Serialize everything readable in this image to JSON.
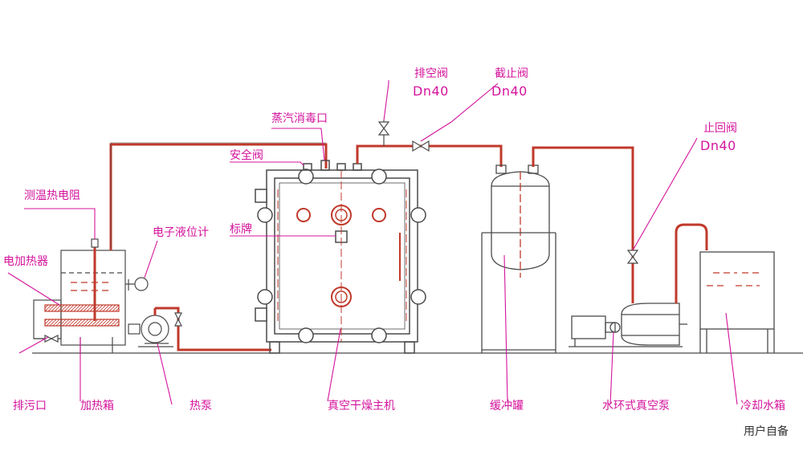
{
  "colors": {
    "line": "#4a4a4a",
    "pipe": "#c0392b",
    "label": "#d4149c",
    "caption": "#333333"
  },
  "labels": {
    "drain_valve": "排空阀",
    "drain_valve_dn": "Dn40",
    "stop_valve": "截止阀",
    "stop_valve_dn": "Dn40",
    "steam_port": "蒸汽消毒口",
    "safety_valve": "安全阀",
    "temp_resistor": "测温热电阻",
    "level_gauge": "电子液位计",
    "electric_heater": "电加热器",
    "nameplate": "标牌",
    "check_valve": "止回阀",
    "check_valve_dn": "Dn40",
    "sewage_outlet": "排污口",
    "heating_tank": "加热箱",
    "heat_pump": "热泵",
    "main_dryer": "真空干燥主机",
    "buffer_tank": "缓冲罐",
    "water_ring_pump": "水环式真空泵",
    "cooling_tank": "冷却水箱",
    "user_supplied": "用户自备"
  }
}
